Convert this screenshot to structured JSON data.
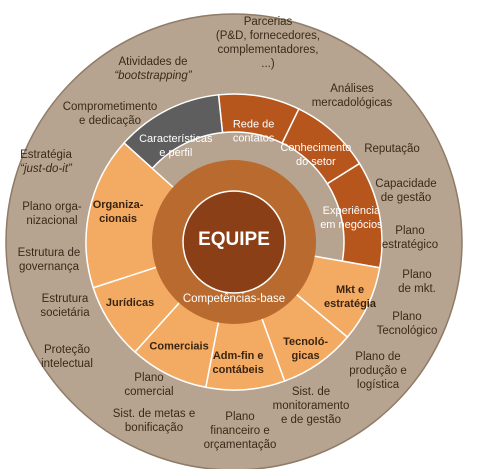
{
  "colors": {
    "outer_ring": "#b7a490",
    "outer_ring_edge": "#8f7c68",
    "outer_text": "#3a2a1a",
    "experiences": "#b6561d",
    "characteristics": "#5e5e5e",
    "base_band": "#b96a2e",
    "base_segments": "#f3ab64",
    "core": "#8a3f16",
    "divider": "#ffffff"
  },
  "core": {
    "label": "EQUIPE"
  },
  "competencies_title": "Competências-base",
  "experience_segments": [
    {
      "lines": [
        "Rede de",
        "contatos"
      ]
    },
    {
      "lines": [
        "Conhecimento",
        "do setor"
      ]
    },
    {
      "lines": [
        "Experiência",
        "em negócios"
      ]
    }
  ],
  "characteristics_segment": {
    "lines": [
      "Características",
      "e perfil"
    ]
  },
  "competency_segments": [
    {
      "lines": [
        "Mkt e",
        "estratégia"
      ]
    },
    {
      "lines": [
        "Tecnoló-",
        "gicas"
      ]
    },
    {
      "lines": [
        "Adm-fin e",
        "contábeis"
      ]
    },
    {
      "lines": [
        "Comerciais"
      ]
    },
    {
      "lines": [
        "Jurídicas"
      ]
    },
    {
      "lines": [
        "Organiza-",
        "cionais"
      ]
    }
  ],
  "outer_items": [
    {
      "lines": [
        "Parcerias",
        "(P&D, fornecedores,",
        "complementadores,",
        "...)"
      ]
    },
    {
      "lines": [
        "Análises",
        "mercadológicas"
      ]
    },
    {
      "lines": [
        "Reputação"
      ]
    },
    {
      "lines": [
        "Capacidade",
        "de gestão"
      ]
    },
    {
      "lines": [
        "Plano",
        "estratégico"
      ]
    },
    {
      "lines": [
        "Plano",
        "de mkt."
      ]
    },
    {
      "lines": [
        "Plano",
        "Tecnológico"
      ]
    },
    {
      "lines": [
        "Plano de",
        "produção e",
        "logística"
      ]
    },
    {
      "lines": [
        "Sist. de",
        "monitoramento",
        "e de gestão"
      ]
    },
    {
      "lines": [
        "Plano",
        "financeiro e",
        "orçamentação"
      ]
    },
    {
      "lines": [
        "Sist. de metas e",
        "bonificação"
      ]
    },
    {
      "lines": [
        "Plano",
        "comercial"
      ]
    },
    {
      "lines": [
        "Proteção",
        "intelectual"
      ]
    },
    {
      "lines": [
        "Estrutura",
        "societária"
      ]
    },
    {
      "lines": [
        "Estrutura de",
        "governança"
      ]
    },
    {
      "lines": [
        "Plano orga-",
        "nizacional"
      ]
    },
    {
      "lines": [
        "Estratégia",
        "“just-do-it”"
      ]
    },
    {
      "lines": [
        "Comprometimento",
        "e dedicação"
      ]
    },
    {
      "lines": [
        "Atividades de",
        "“bootstrapping”"
      ]
    }
  ]
}
